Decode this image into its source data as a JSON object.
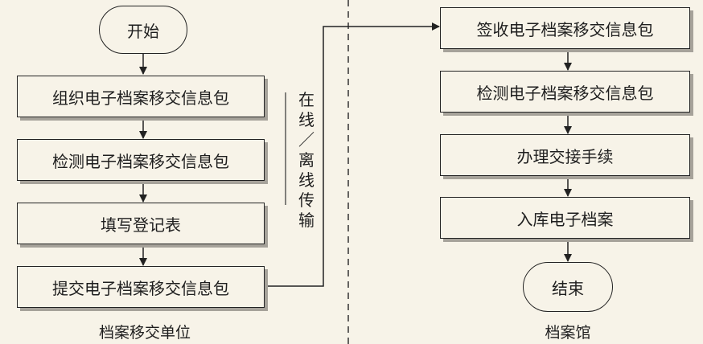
{
  "archiving_unit": {
    "label": "档案移交单位",
    "start": "开始",
    "steps": [
      "组织电子档案移交信息包",
      "检测电子档案移交信息包",
      "填写登记表",
      "提交电子档案移交信息包"
    ]
  },
  "transfer": {
    "label": "在线／离线传输"
  },
  "archive": {
    "label": "档案馆",
    "steps": [
      "签收电子档案移交信息包",
      "检测电子档案移交信息包",
      "办理交接手续",
      "入库电子档案"
    ],
    "end": "结束"
  }
}
